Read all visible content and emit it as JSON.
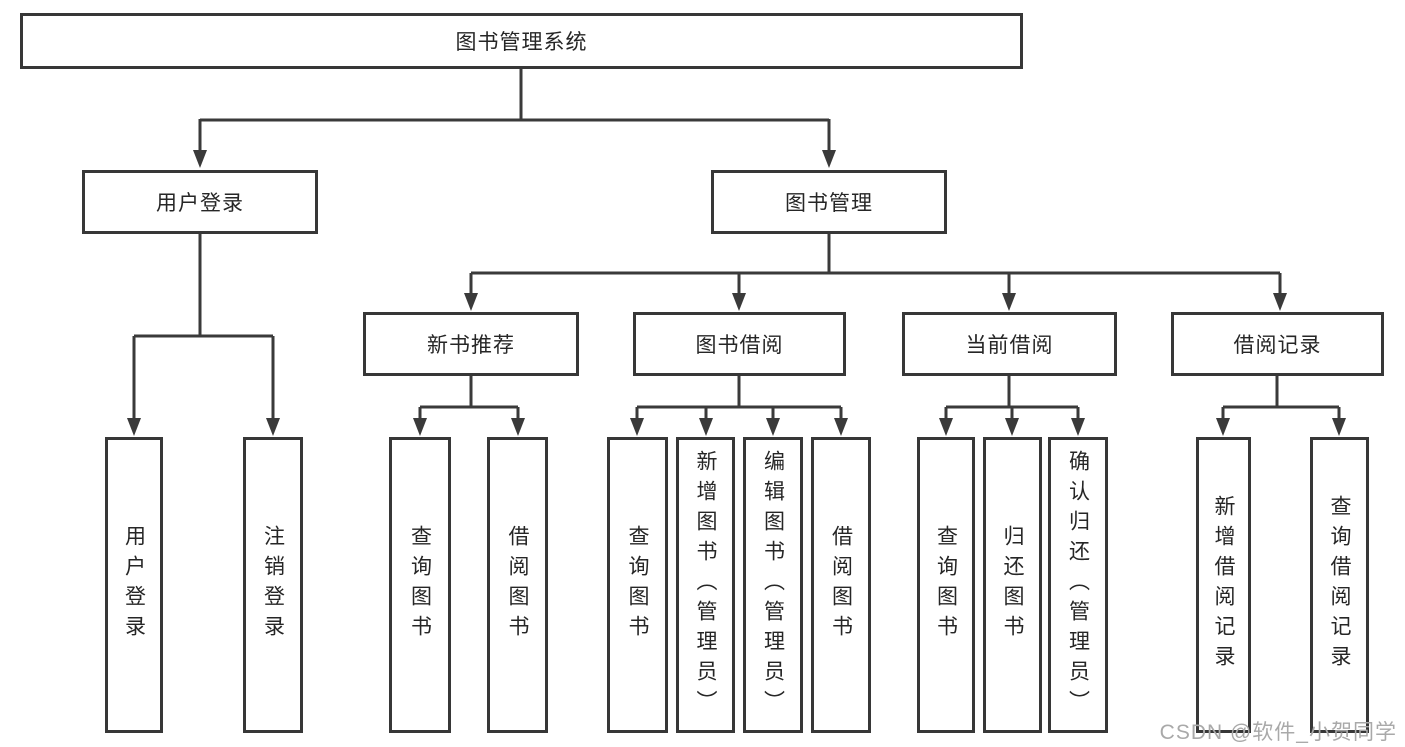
{
  "tree": {
    "root": {
      "label": "图书管理系统"
    },
    "branches": [
      {
        "label": "用户登录",
        "children": [
          {
            "label": "用户登录"
          },
          {
            "label": "注销登录"
          }
        ]
      },
      {
        "label": "图书管理",
        "children": [
          {
            "label": "新书推荐",
            "children": [
              {
                "label": "查询图书"
              },
              {
                "label": "借阅图书"
              }
            ]
          },
          {
            "label": "图书借阅",
            "children": [
              {
                "label": "查询图书"
              },
              {
                "label": "新增图书（管理员）"
              },
              {
                "label": "编辑图书（管理员）"
              },
              {
                "label": "借阅图书"
              }
            ]
          },
          {
            "label": "当前借阅",
            "children": [
              {
                "label": "查询图书"
              },
              {
                "label": "归还图书"
              },
              {
                "label": "确认归还（管理员）"
              }
            ]
          },
          {
            "label": "借阅记录",
            "children": [
              {
                "label": "新增借阅记录"
              },
              {
                "label": "查询借阅记录"
              }
            ]
          }
        ]
      }
    ]
  },
  "watermark": "CSDN @软件_小贺同学",
  "colors": {
    "line": "#3a3a3a",
    "border": "#373737",
    "text": "#262626",
    "watermark_text": "#a9a9a9",
    "background": "#ffffff"
  }
}
